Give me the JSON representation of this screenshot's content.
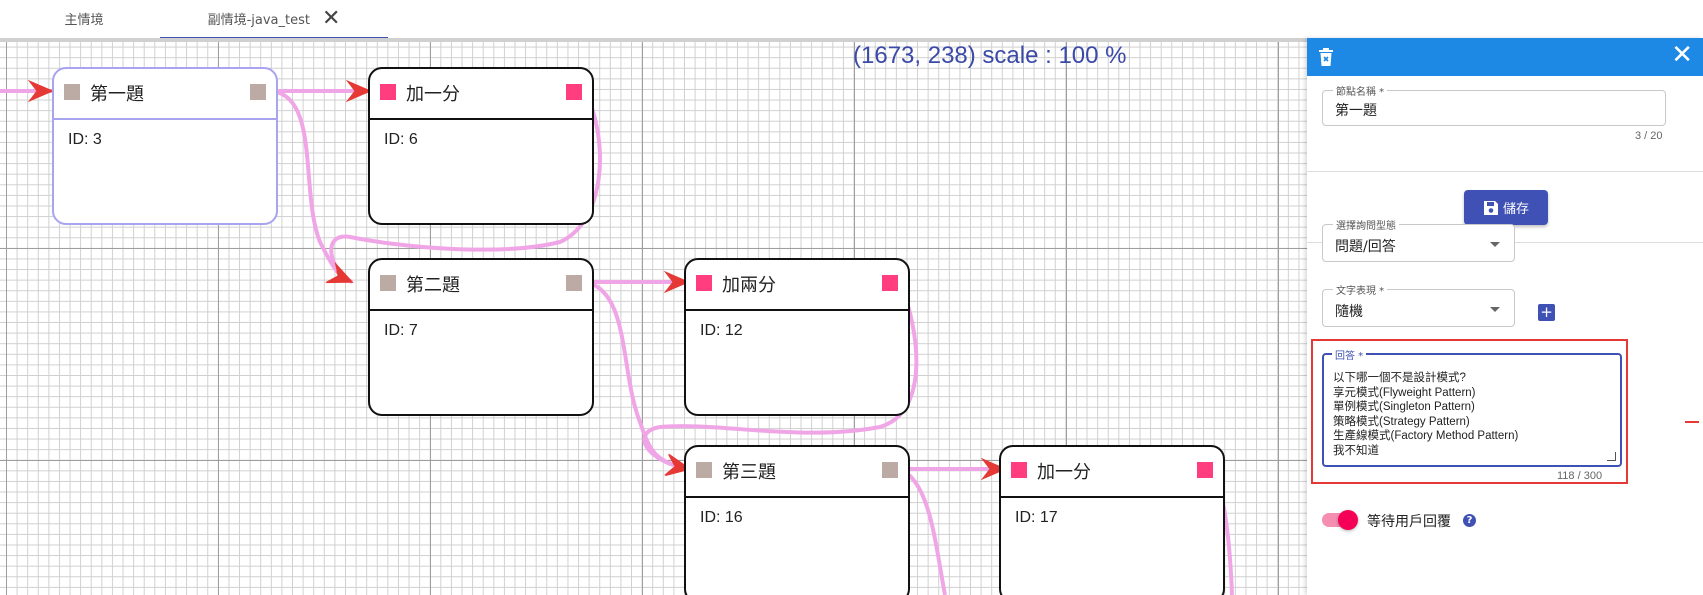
{
  "tabs": [
    {
      "label": "主情境"
    },
    {
      "label": "副情境-java_test"
    }
  ],
  "canvas": {
    "status": "(1673, 238) scale : 100 %",
    "nodes": [
      {
        "title": "第一題",
        "id_text": "ID: 3",
        "selected": true,
        "port_color": "#a9a4ef"
      },
      {
        "title": "加一分",
        "id_text": "ID: 6",
        "selected": false,
        "port_color": "#ff3d7f"
      },
      {
        "title": "第二題",
        "id_text": "ID: 7",
        "selected": false,
        "port_color": "#bcaaa4"
      },
      {
        "title": "加兩分",
        "id_text": "ID: 12",
        "selected": false,
        "port_color": "#ff3d7f"
      },
      {
        "title": "第三題",
        "id_text": "ID: 16",
        "selected": false,
        "port_color": "#bcaaa4"
      },
      {
        "title": "加一分",
        "id_text": "ID: 17",
        "selected": false,
        "port_color": "#ff3d7f"
      }
    ]
  },
  "panel": {
    "name_label": "節點名稱 *",
    "name_value": "第一題",
    "name_counter": "3 / 20",
    "save_label": "儲存",
    "type_label": "選擇詢問型態",
    "type_value": "問題/回答",
    "expr_label": "文字表現 *",
    "expr_value": "隨機",
    "answer_label": "回答 *",
    "answer_text": "以下哪一個不是設計模式?\n享元模式(Flyweight Pattern)\n單例模式(Singleton Pattern)\n策略模式(Strategy Pattern)\n生產線模式(Factory Method Pattern)\n我不知道",
    "answer_counter": "118 / 300",
    "wait_label": "等待用戶回覆",
    "wait_enabled": true
  },
  "colors": {
    "accent": "#3f51b5",
    "header": "#1e88e5",
    "edge": "#f0a6e6",
    "arrow": "#e53935",
    "pink": "#ff3d7f",
    "taupe": "#bcaaa4",
    "selected": "#a9a4ef"
  }
}
